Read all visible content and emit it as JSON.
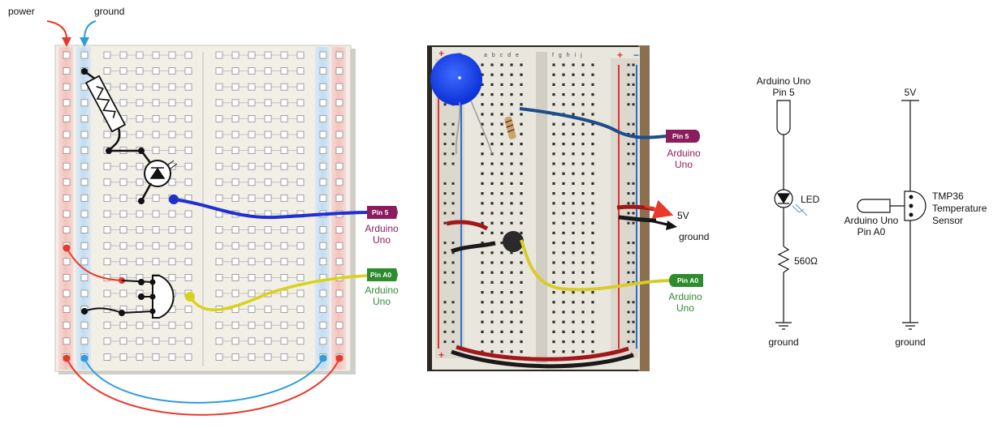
{
  "colors": {
    "power_wire": "#e8392b",
    "ground_wire": "#2d9cdb",
    "led_wire": "#1f2fd0",
    "sensor_wire": "#d9d21a",
    "pin5_tag": "#8b1d5c",
    "pinA0_tag": "#2e8b2e"
  },
  "breadboard_diagram": {
    "power_label": "power",
    "ground_label": "ground",
    "pin5": {
      "tag": "Pin 5",
      "line1": "Arduino",
      "line2": "Uno"
    },
    "pinA0": {
      "tag": "Pin A0",
      "line1": "Arduino",
      "line2": "Uno"
    }
  },
  "photo": {
    "column_letters": "a b c d e",
    "column_letters_right": "f g h i j",
    "rail_plus": "+",
    "rail_minus": "−",
    "pin5": {
      "tag": "Pin 5",
      "line1": "Arduino",
      "line2": "Uno"
    },
    "pinA0": {
      "tag": "Pin A0",
      "line1": "Arduino",
      "line2": "Uno"
    },
    "v5_label": "5V",
    "ground_label": "ground"
  },
  "schematic": {
    "led_circuit": {
      "source_line1": "Arduino Uno",
      "source_line2": "Pin 5",
      "led_label": "LED",
      "resistor_label": "560Ω",
      "ground_label": "ground"
    },
    "sensor_circuit": {
      "supply_label": "5V",
      "sensor_line1": "TMP36",
      "sensor_line2": "Temperature",
      "sensor_line3": "Sensor",
      "pin_line1": "Arduino Uno",
      "pin_line2": "Pin A0",
      "ground_label": "ground"
    }
  }
}
